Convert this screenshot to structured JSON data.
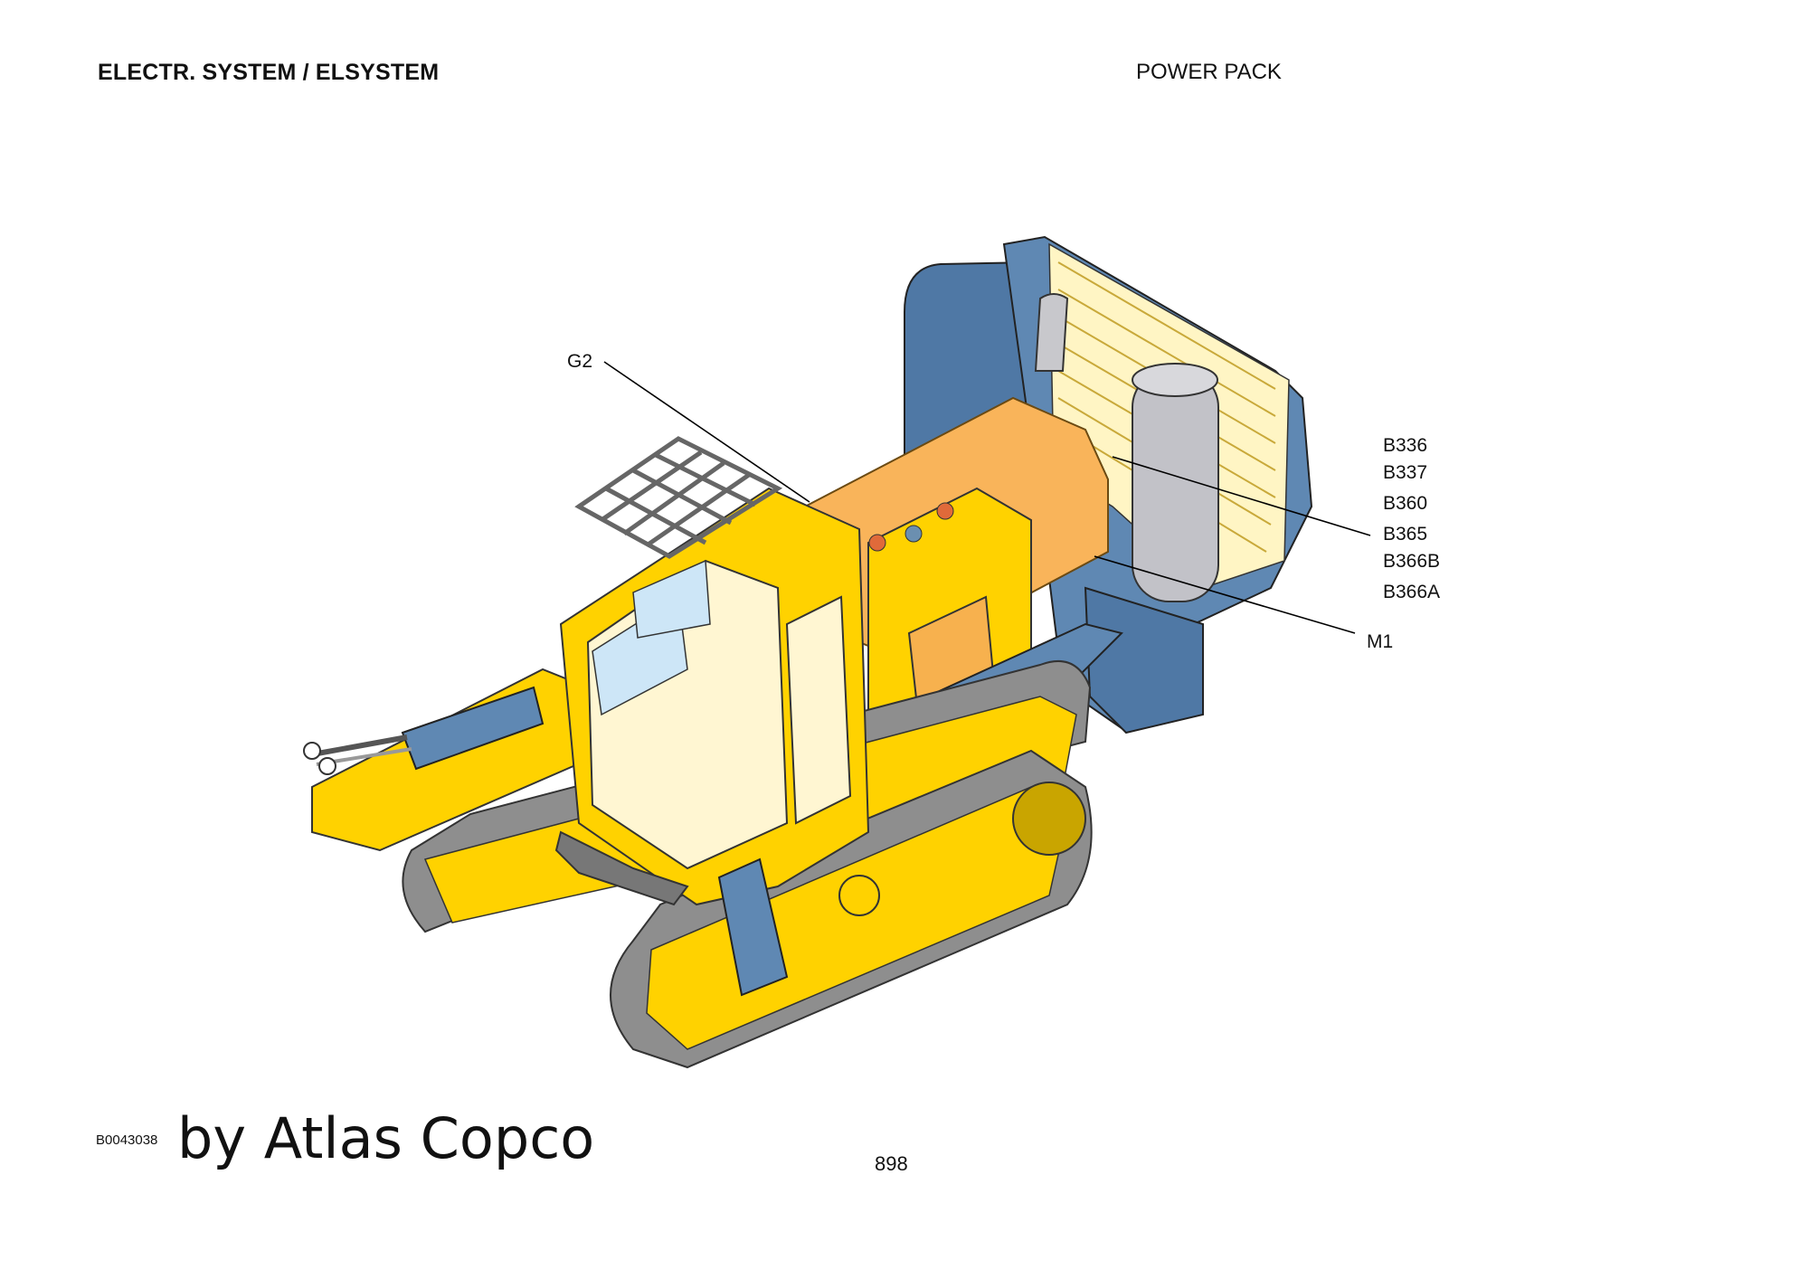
{
  "header": {
    "section": "ELECTR. SYSTEM / ELSYSTEM",
    "subsection": "POWER PACK"
  },
  "callouts": {
    "g2": "G2",
    "b336": "B336",
    "b337": "B337",
    "b360": "B360",
    "b365": "B365",
    "b366b": "B366B",
    "b366a": "B366A",
    "m1": "M1"
  },
  "footer": {
    "doc_number": "B0043038",
    "brand": "by Atlas Copco",
    "page_number": "898"
  },
  "colors": {
    "machine_yellow": "#ffd200",
    "frame_blue": "#5f88b3",
    "highlight_orange": "#f9b45a",
    "tank_grey": "#c2c2c8"
  }
}
